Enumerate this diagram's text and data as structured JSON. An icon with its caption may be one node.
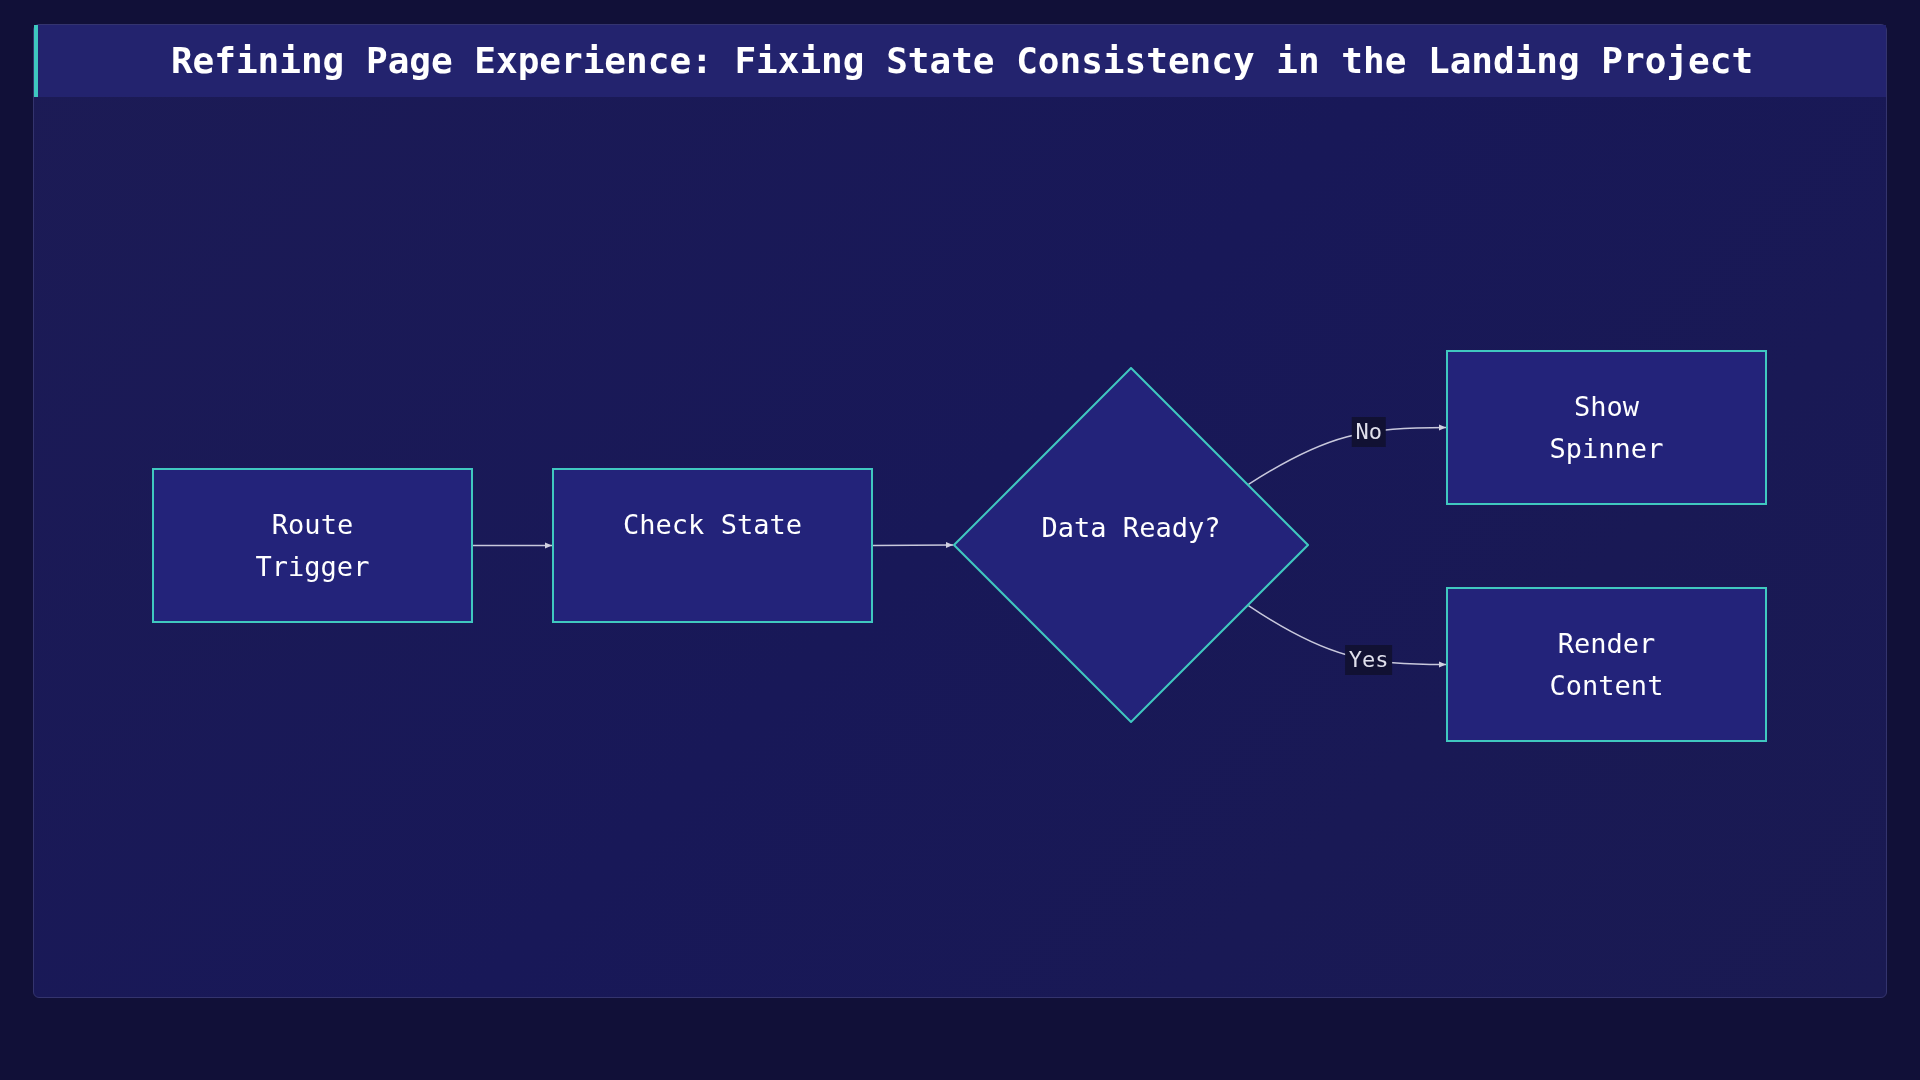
{
  "diagram": {
    "title": "Refining Page Experience: Fixing State Consistency in the Landing Project",
    "nodes": [
      {
        "text": [
          "Route Trigger"
        ]
      },
      {
        "text": [
          "Check State"
        ]
      },
      {
        "text": [
          "Data Ready?"
        ]
      },
      {
        "text": [
          "Show Spinner"
        ]
      },
      {
        "text": [
          "Render Content"
        ]
      }
    ],
    "edges": [
      {
        "from": 0,
        "to": 1,
        "arrow": "to"
      },
      {
        "from": 1,
        "to": 2,
        "arrow": "to"
      },
      {
        "from": 2,
        "to": 3,
        "label": "No",
        "arrow": "to"
      },
      {
        "from": 2,
        "to": 4,
        "label": "Yes",
        "arrow": "to"
      }
    ]
  }
}
